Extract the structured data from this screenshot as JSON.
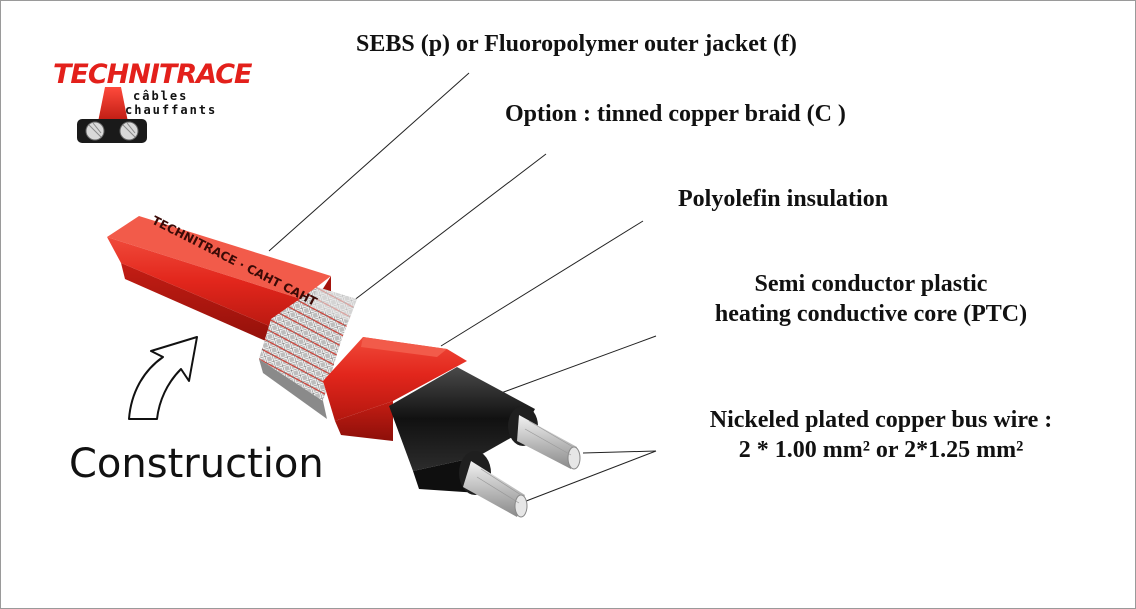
{
  "logo": {
    "name": "TECHNITRACE",
    "line1": "câbles",
    "line2": "chauffants"
  },
  "labels": {
    "outer_jacket": "SEBS (p) or Fluoropolymer outer jacket (f)",
    "braid": "Option : tinned copper braid (C )",
    "insulation": "Polyolefin insulation",
    "core_line1": "Semi conductor plastic",
    "core_line2": "heating conductive core (PTC)",
    "bus_line1": "Nickeled plated copper bus wire :",
    "bus_line2": "2  * 1.00 mm² or 2*1.25 mm²"
  },
  "cable_print": "TECHNITRACE · CAHT CAHT",
  "construction": "Construction",
  "colors": {
    "jacket_red": "#e2261c",
    "jacket_dark": "#a5140d",
    "braid_silver": "#c9c9c9",
    "core_black": "#1a1a1a",
    "wire_silver": "#d7d7d7",
    "logo_red": "#e3201b"
  }
}
